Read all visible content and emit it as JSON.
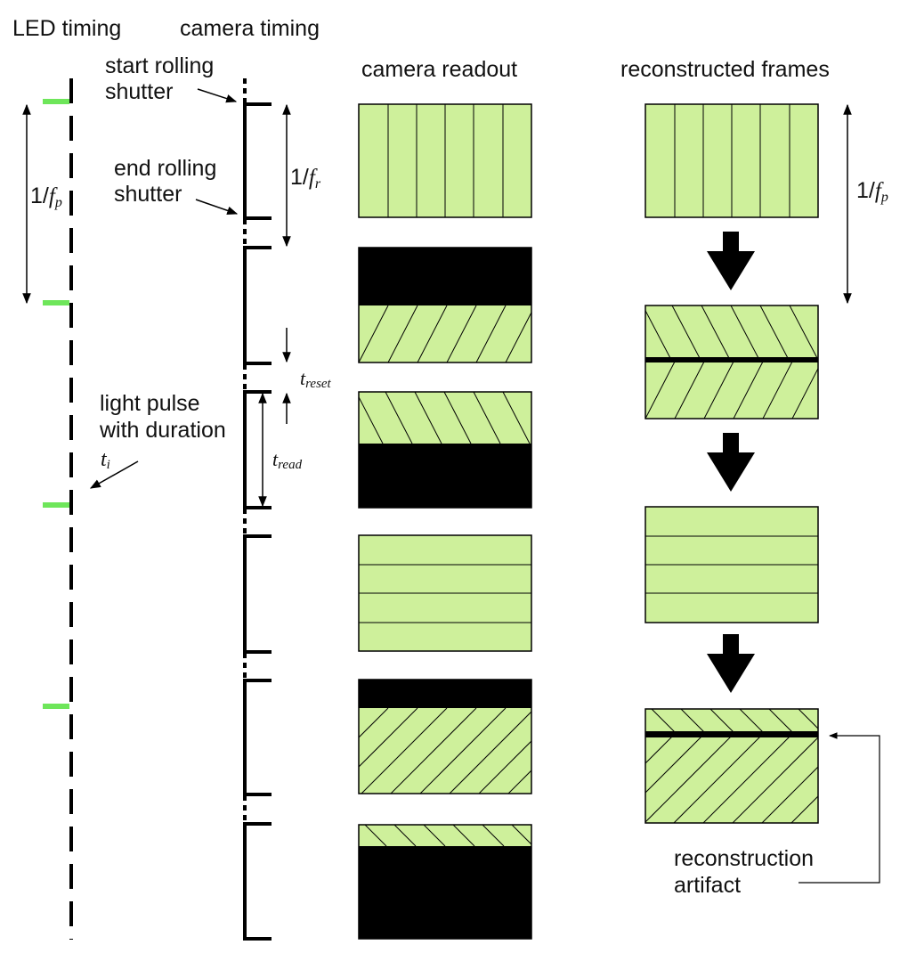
{
  "headers": {
    "led_timing": "LED timing",
    "camera_timing": "camera timing",
    "camera_readout": "camera readout",
    "reconstructed_frames": "reconstructed frames"
  },
  "annotations": {
    "start_rolling_l1": "start rolling",
    "start_rolling_l2": "shutter",
    "end_rolling_l1": "end rolling",
    "end_rolling_l2": "shutter",
    "light_pulse_l1": "light pulse",
    "light_pulse_l2": "with duration",
    "recon_artifact_l1": "reconstruction",
    "recon_artifact_l2": "artifact"
  },
  "symbols": {
    "one_over": "1/",
    "f": "f",
    "sub_p": "p",
    "sub_r": "r",
    "t": "t",
    "sub_reset": "reset",
    "sub_read": "read",
    "sub_i": "i"
  },
  "colors": {
    "frame_fill": "#cef09b",
    "led_pulse": "#6ee65a",
    "ink": "#000000"
  }
}
